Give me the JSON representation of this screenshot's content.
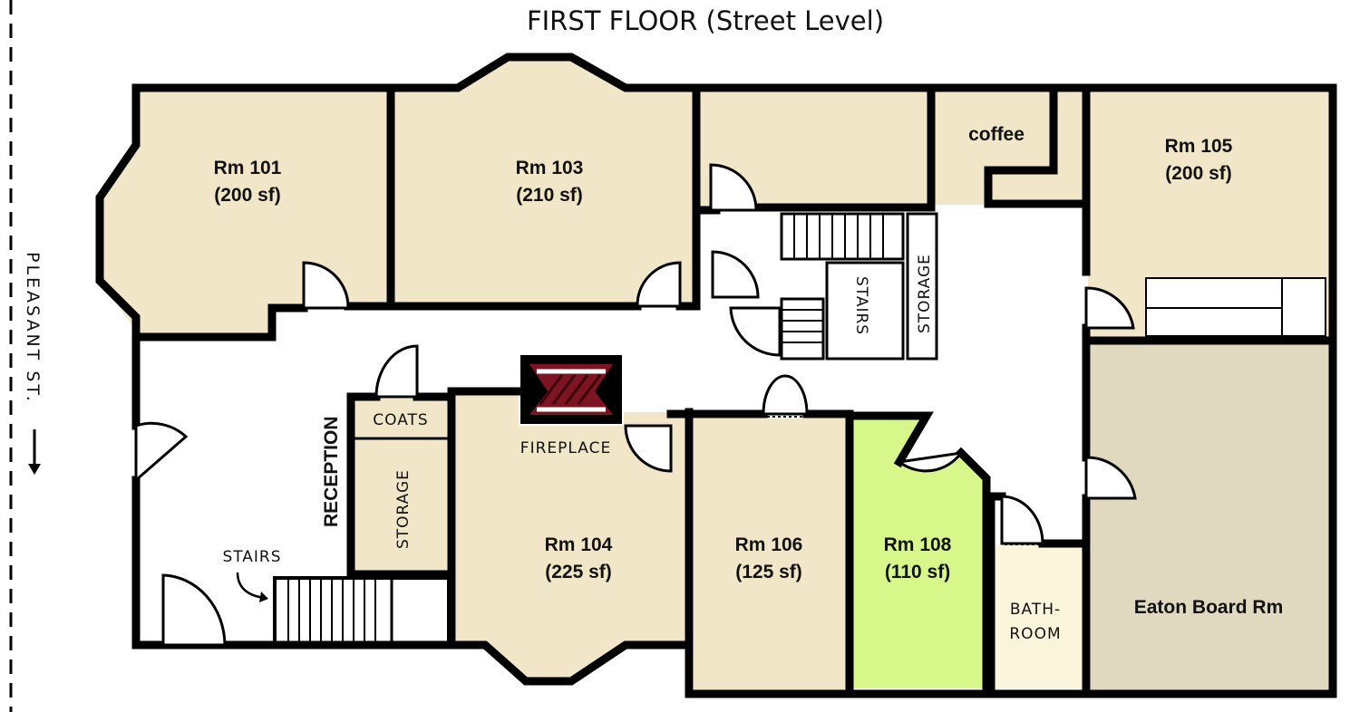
{
  "title": "FIRST FLOOR (Street Level)",
  "street": "PLEASANT ST.",
  "colors": {
    "room_fill": "#f2e6c8",
    "bath_fill": "#fbf5dc",
    "highlight_fill": "#d8f78a",
    "board_fill": "#e1d8c0",
    "fireplace_fill": "#7d1424",
    "wall": "#000000"
  },
  "rooms": {
    "rm101": {
      "name": "Rm 101",
      "area": "(200 sf)"
    },
    "rm103": {
      "name": "Rm 103",
      "area": "(210 sf)"
    },
    "rm104": {
      "name": "Rm 104",
      "area": "(225 sf)"
    },
    "rm105": {
      "name": "Rm 105",
      "area": "(200 sf)"
    },
    "rm106": {
      "name": "Rm 106",
      "area": "(125 sf)"
    },
    "rm108": {
      "name": "Rm 108",
      "area": "(110 sf)",
      "highlighted": true
    },
    "board": {
      "name": "Eaton Board Rm"
    },
    "coffee": {
      "name": "coffee"
    },
    "bathroom": {
      "line1": "BATH-",
      "line2": "ROOM"
    }
  },
  "labels": {
    "reception": "RECEPTION",
    "coats": "COATS",
    "storage": "STORAGE",
    "stairs": "STAIRS",
    "fireplace": "FIREPLACE"
  }
}
